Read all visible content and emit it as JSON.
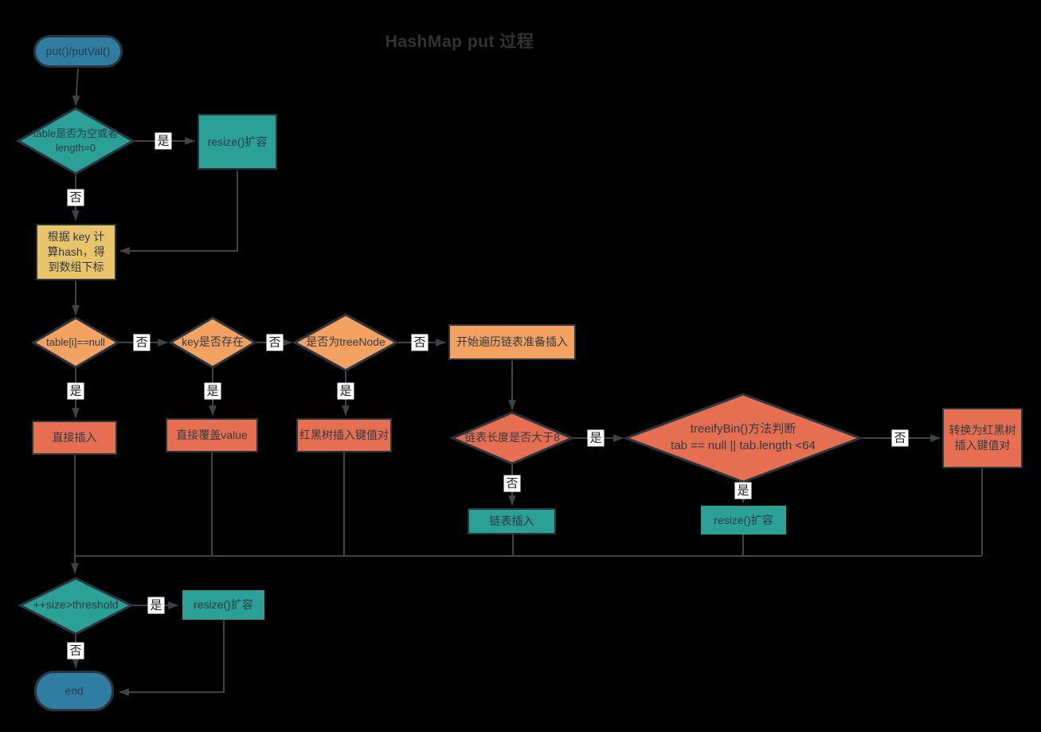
{
  "title": "HashMap put 过程",
  "edge_labels": {
    "yes": "是",
    "no": "否"
  },
  "colors": {
    "background": "#000000",
    "blue": "#2f7da0",
    "teal": "#2aa096",
    "yellow": "#e9c46a",
    "orange": "#f4a261",
    "coral": "#e76f51",
    "line": "#3d4347",
    "border": "#2b3540",
    "title_text": "#333333",
    "node_text": "#2f3b45",
    "label_bg": "#ffffff",
    "label_text": "#222222"
  },
  "nodes": {
    "start": {
      "label": "put()/putVal()"
    },
    "check_table_empty": {
      "label": "table是否为空或者\nlength=0"
    },
    "resize_top": {
      "label": "resize()扩容"
    },
    "compute_hash": {
      "label": "根据 key 计\n算hash，得\n到数组下标"
    },
    "check_table_i_null": {
      "label": "table[i]==null"
    },
    "check_key_exists": {
      "label": "key是否存在"
    },
    "check_tree_node": {
      "label": "是否为treeNode"
    },
    "traverse_list": {
      "label": "开始遍历链表准备插入"
    },
    "direct_insert": {
      "label": "直接插入"
    },
    "overwrite_value": {
      "label": "直接覆盖value"
    },
    "rbtree_put": {
      "label": "红黑树插入键值对"
    },
    "check_list_length": {
      "label": "链表长度是否大于8"
    },
    "treeify_bin_check": {
      "label": "treeifyBin()方法判断\ntab == null || tab.length <64"
    },
    "convert_rbtree": {
      "label": "转换为红黑树\n插入键值对"
    },
    "list_insert": {
      "label": "链表插入"
    },
    "resize_mid": {
      "label": "resize()扩容"
    },
    "check_size_threshold": {
      "label": "++size>threshold"
    },
    "resize_bottom": {
      "label": "resize()扩容"
    },
    "end": {
      "label": "end"
    }
  },
  "edges": [
    {
      "from": "start",
      "to": "check_table_empty"
    },
    {
      "from": "check_table_empty",
      "to": "resize_top",
      "label": "是"
    },
    {
      "from": "check_table_empty",
      "to": "compute_hash",
      "label": "否"
    },
    {
      "from": "resize_top",
      "to": "compute_hash"
    },
    {
      "from": "compute_hash",
      "to": "check_table_i_null"
    },
    {
      "from": "check_table_i_null",
      "to": "check_key_exists",
      "label": "否"
    },
    {
      "from": "check_table_i_null",
      "to": "direct_insert",
      "label": "是"
    },
    {
      "from": "check_key_exists",
      "to": "check_tree_node",
      "label": "否"
    },
    {
      "from": "check_key_exists",
      "to": "overwrite_value",
      "label": "是"
    },
    {
      "from": "check_tree_node",
      "to": "traverse_list",
      "label": "否"
    },
    {
      "from": "check_tree_node",
      "to": "rbtree_put",
      "label": "是"
    },
    {
      "from": "traverse_list",
      "to": "check_list_length"
    },
    {
      "from": "check_list_length",
      "to": "treeify_bin_check",
      "label": "是"
    },
    {
      "from": "check_list_length",
      "to": "list_insert",
      "label": "否"
    },
    {
      "from": "treeify_bin_check",
      "to": "convert_rbtree",
      "label": "否"
    },
    {
      "from": "treeify_bin_check",
      "to": "resize_mid",
      "label": "是"
    },
    {
      "from": "direct_insert",
      "to": "check_size_threshold"
    },
    {
      "from": "overwrite_value",
      "to": "check_size_threshold"
    },
    {
      "from": "rbtree_put",
      "to": "check_size_threshold"
    },
    {
      "from": "list_insert",
      "to": "check_size_threshold"
    },
    {
      "from": "resize_mid",
      "to": "check_size_threshold"
    },
    {
      "from": "convert_rbtree",
      "to": "check_size_threshold"
    },
    {
      "from": "check_size_threshold",
      "to": "resize_bottom",
      "label": "是"
    },
    {
      "from": "check_size_threshold",
      "to": "end",
      "label": "否"
    },
    {
      "from": "resize_bottom",
      "to": "end"
    }
  ]
}
